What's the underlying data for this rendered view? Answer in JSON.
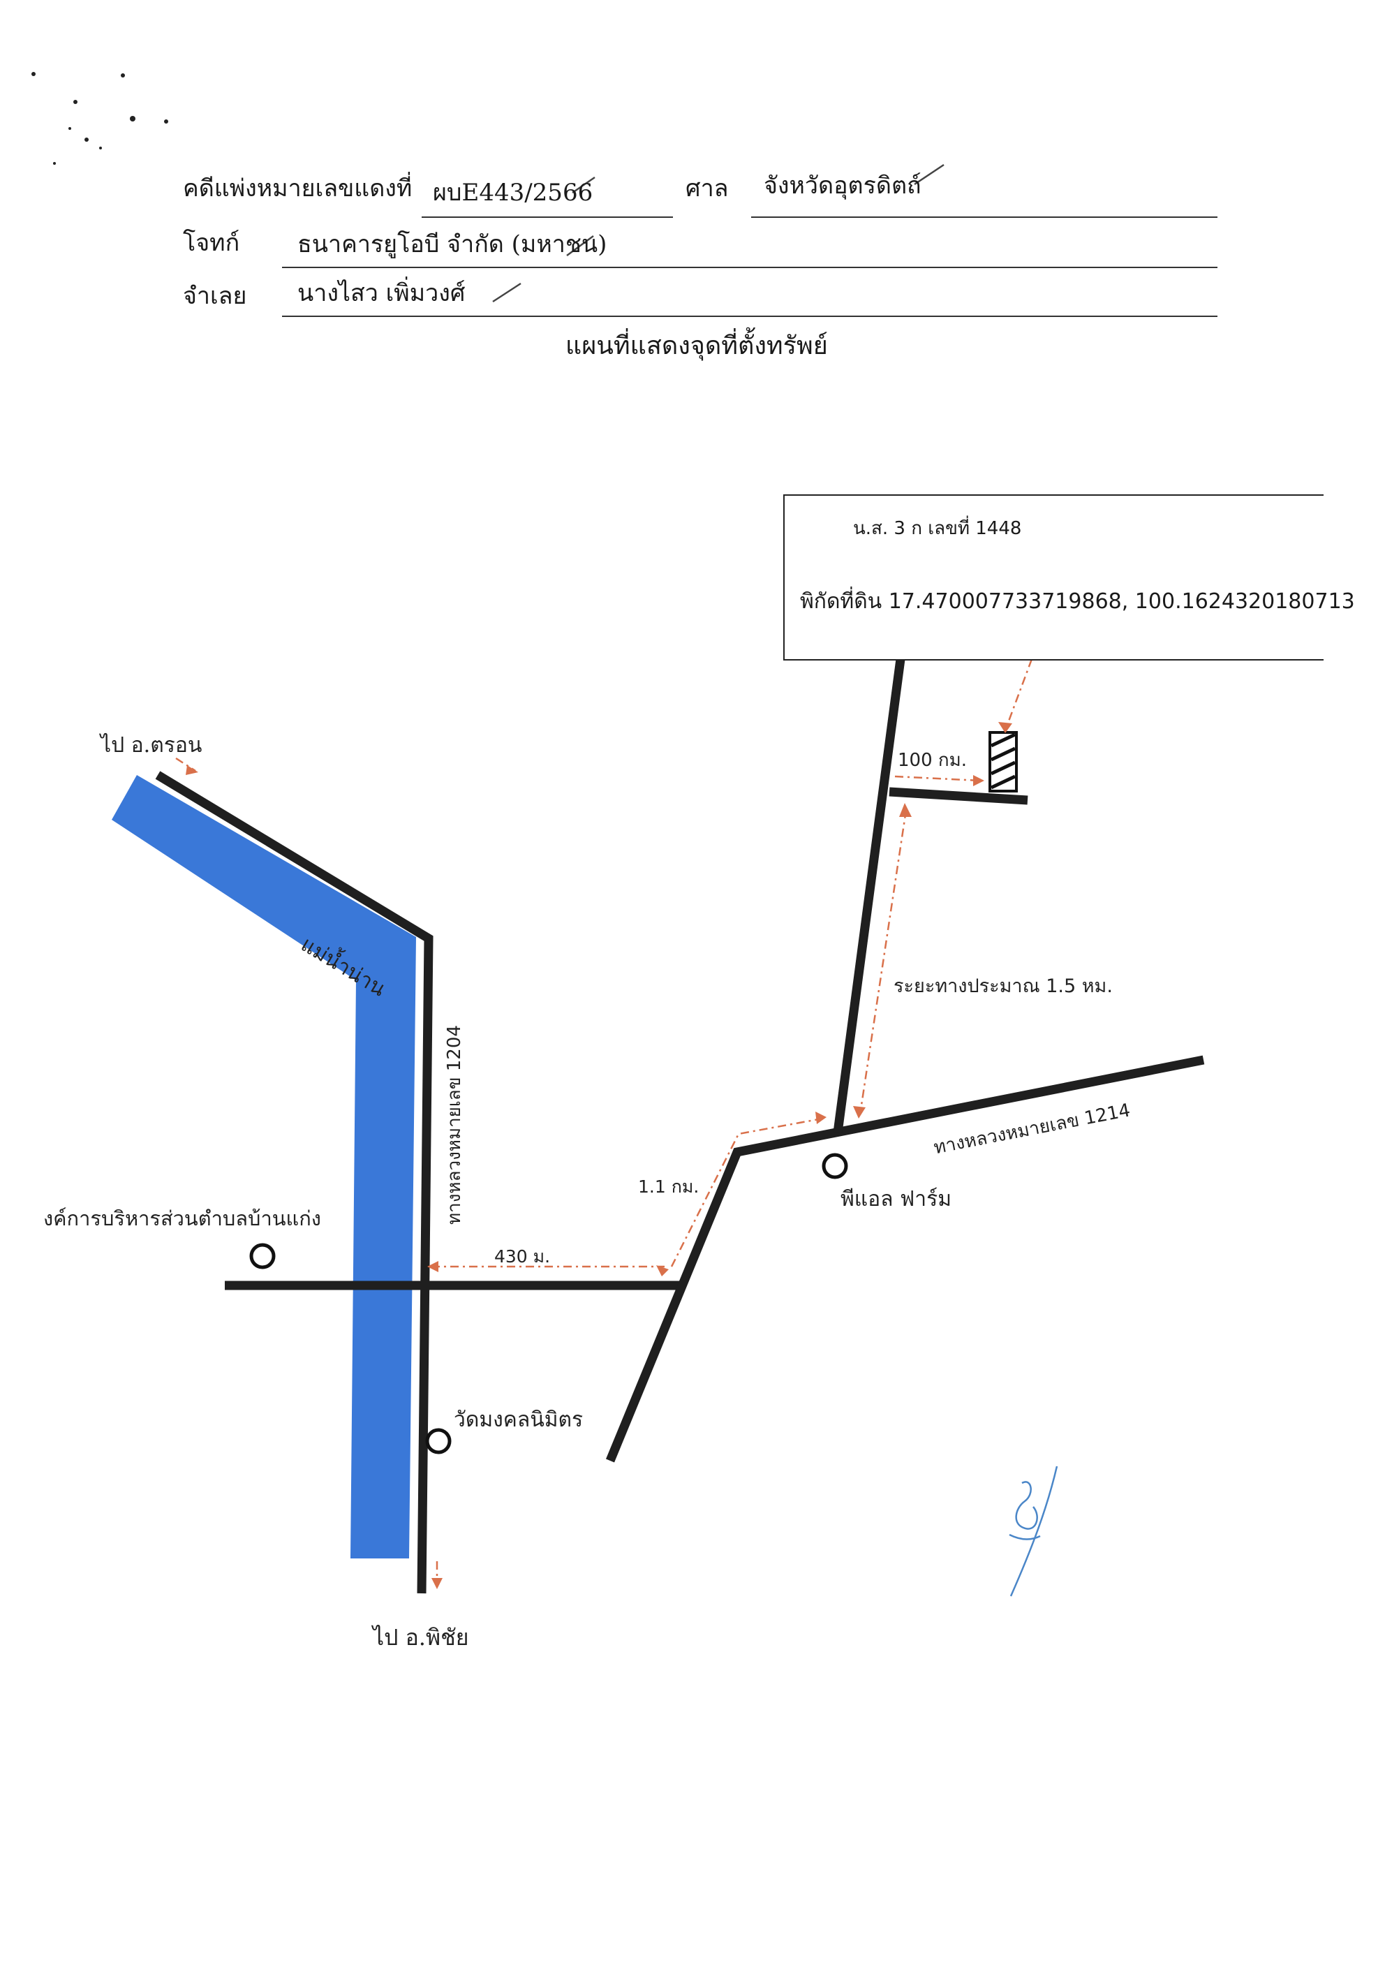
{
  "header": {
    "case_label": "คดีแพ่งหมายเลขแดงที่",
    "case_value": "ผบE443/2566",
    "court_label": "ศาล",
    "court_value": "จังหวัดอุตรดิตถ์",
    "plaintiff_label": "โจทก์",
    "plaintiff_value": "ธนาคารยูโอบี จำกัด (มหาชน)",
    "defendant_label": "จำเลย",
    "defendant_value": "นางไสว เพิ่มวงศ์"
  },
  "map": {
    "title": "แผนที่แสดงจุดที่ตั้งทรัพย์",
    "info_box": {
      "deed": "น.ส. 3 ก เลขที่ 1448",
      "coordinates": "พิกัดที่ดิน 17.470007733719868, 100.1624320180713"
    },
    "labels": {
      "to_tron": "ไป อ.ตรอน",
      "river": "แม่น้ำน่าน",
      "highway_1204": "ทางหลวงหมายเลข 1204",
      "highway_1214": "ทางหลวงหมายเลข 1214",
      "distance_100": "100 กม.",
      "distance_1_5": "ระยะทางประมาณ 1.5 หม.",
      "distance_1_1": "1.1 กม.",
      "distance_430": "430 ม.",
      "tao": "งค์การบริหารส่วนตำบลบ้านแก่ง",
      "pl_farm": "พีแอล ฟาร์ม",
      "wat": "วัดมงคลนิมิตร",
      "to_phichai": "ไป อ.พิชัย"
    },
    "colors": {
      "river": "#3a78d8",
      "road": "#1f1f1f",
      "dash": "#d9704a"
    },
    "icons": [
      "property-marker-icon",
      "landmark-circle-icon",
      "direction-arrow-icon",
      "signature-mark"
    ]
  }
}
